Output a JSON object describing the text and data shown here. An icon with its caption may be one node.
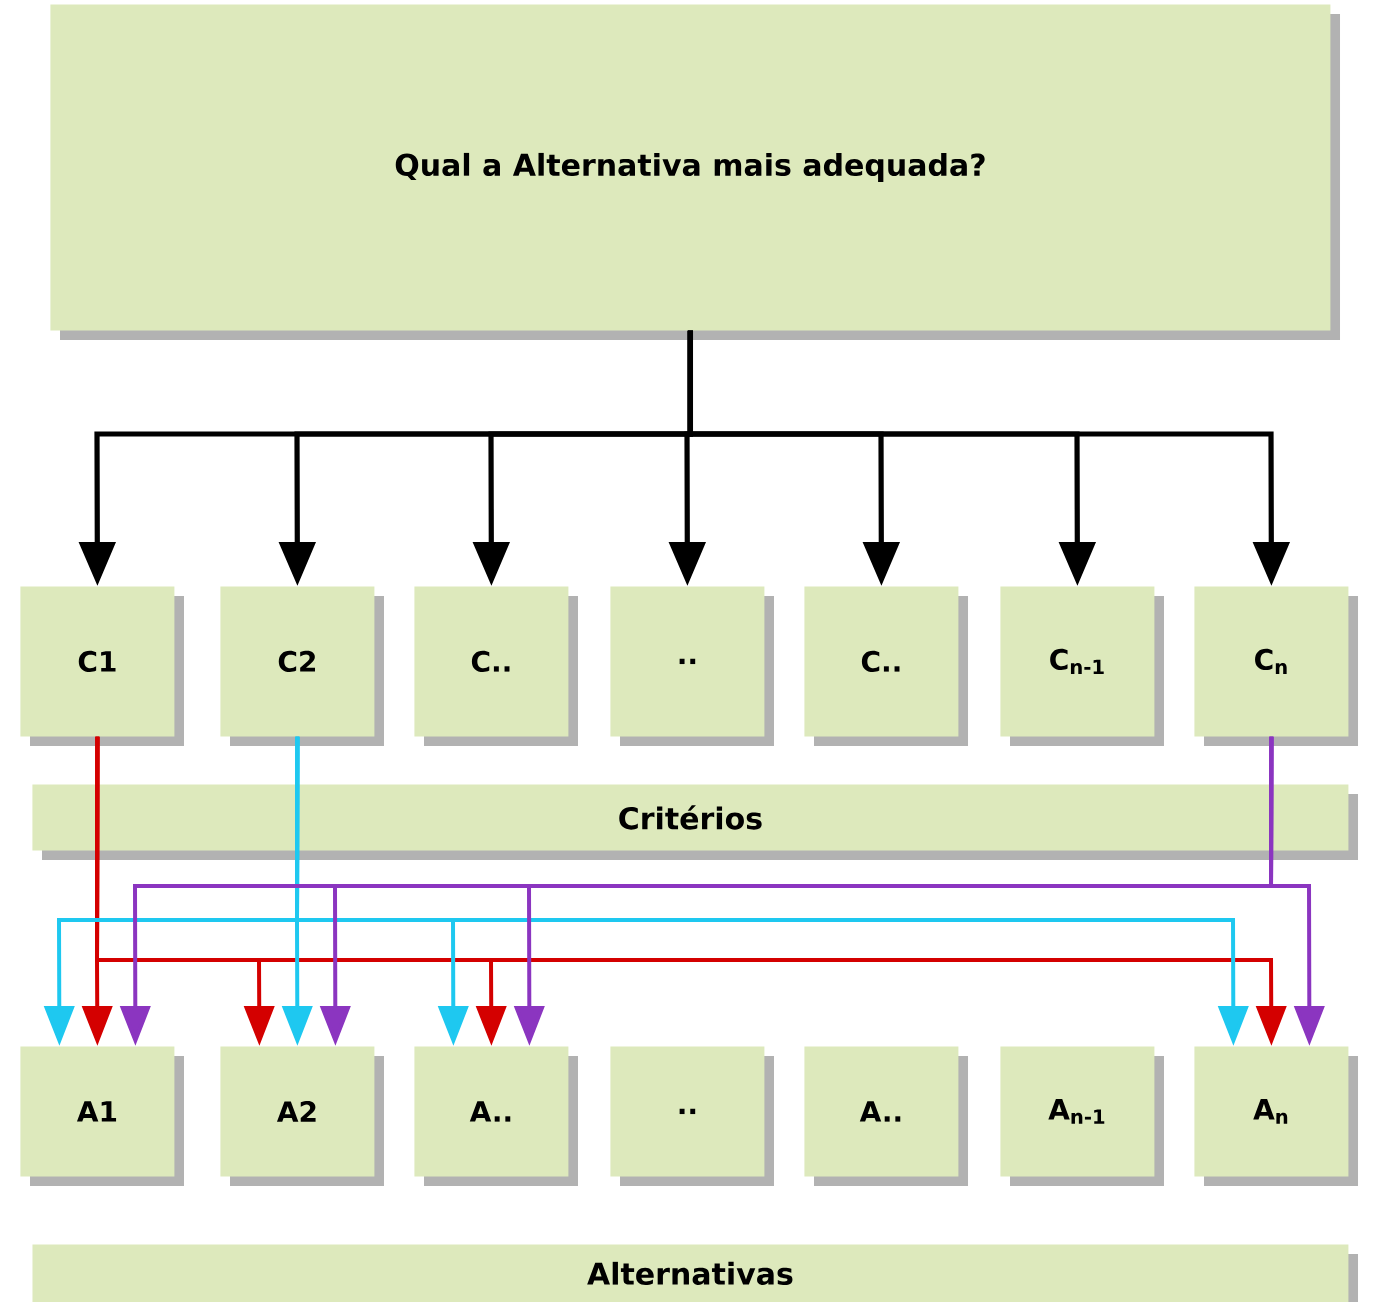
{
  "diagram": {
    "nodes": [
      {
        "text": [
          "Qual a Alternativa mais adequada?"
        ]
      },
      {
        "text": [
          "C1"
        ]
      },
      {
        "text": [
          "C2"
        ]
      },
      {
        "text": [
          "C.."
        ]
      },
      {
        "text": [
          ".."
        ]
      },
      {
        "text": [
          "C.."
        ]
      },
      {
        "text": [
          "C$_{n-1}$"
        ]
      },
      {
        "text": [
          "C$_{n}$"
        ]
      },
      {
        "text": [
          "A1"
        ]
      },
      {
        "text": [
          "A2"
        ]
      },
      {
        "text": [
          "A.."
        ]
      },
      {
        "text": [
          ".."
        ]
      },
      {
        "text": [
          "A.."
        ]
      },
      {
        "text": [
          "A$_{n-1}$"
        ]
      },
      {
        "text": [
          "A$_{n}$"
        ]
      }
    ],
    "edges": [
      {
        "from": 0,
        "to": 1,
        "arrow": "to"
      },
      {
        "from": 0,
        "to": 2,
        "arrow": "to"
      },
      {
        "from": 0,
        "to": 3,
        "arrow": "to"
      },
      {
        "from": 0,
        "to": 4,
        "arrow": "to"
      },
      {
        "from": 0,
        "to": 5,
        "arrow": "to"
      },
      {
        "from": 0,
        "to": 6,
        "arrow": "to"
      },
      {
        "from": 0,
        "to": 7,
        "arrow": "to"
      },
      {
        "from": 1,
        "to": 8,
        "arrow": "to",
        "color": "#d40000"
      },
      {
        "from": 1,
        "to": 9,
        "arrow": "to",
        "color": "#d40000"
      },
      {
        "from": 1,
        "to": 10,
        "arrow": "to",
        "color": "#d40000"
      },
      {
        "from": 1,
        "to": 14,
        "arrow": "to",
        "color": "#d40000"
      },
      {
        "from": 2,
        "to": 8,
        "arrow": "to",
        "color": "#1ec8f0"
      },
      {
        "from": 2,
        "to": 9,
        "arrow": "to",
        "color": "#1ec8f0"
      },
      {
        "from": 2,
        "to": 10,
        "arrow": "to",
        "color": "#1ec8f0"
      },
      {
        "from": 2,
        "to": 14,
        "arrow": "to",
        "color": "#1ec8f0"
      },
      {
        "from": 7,
        "to": 8,
        "arrow": "to",
        "color": "#8b35c0"
      },
      {
        "from": 7,
        "to": 9,
        "arrow": "to",
        "color": "#8b35c0"
      },
      {
        "from": 7,
        "to": 10,
        "arrow": "to",
        "color": "#8b35c0"
      },
      {
        "from": 7,
        "to": 14,
        "arrow": "to",
        "color": "#8b35c0"
      }
    ],
    "labels": [
      "Critérios",
      "Alternativas"
    ]
  }
}
